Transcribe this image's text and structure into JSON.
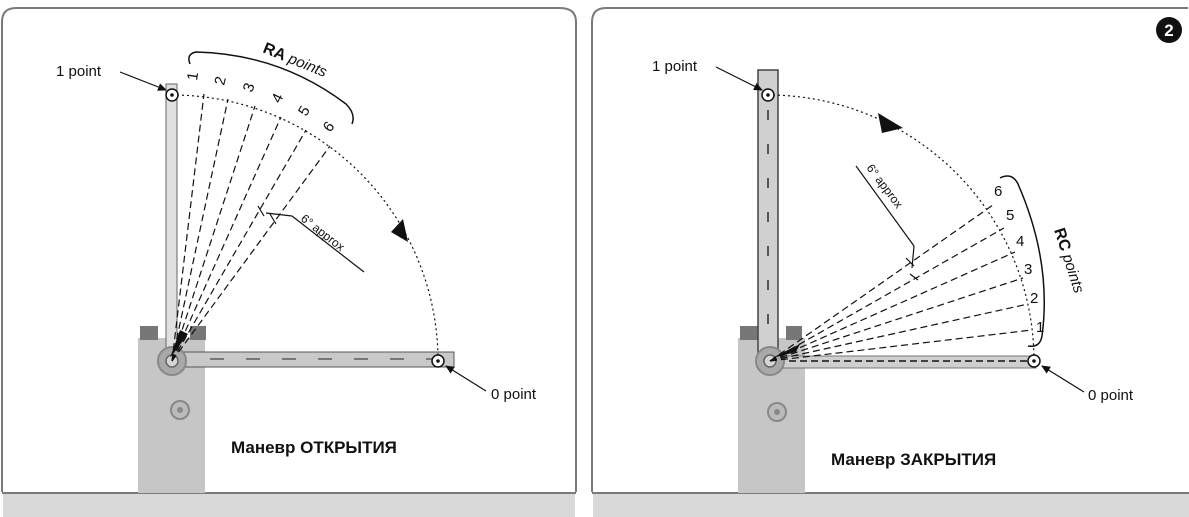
{
  "figure_number": "2",
  "left_panel": {
    "point_1_label": "1 point",
    "point_0_label": "0 point",
    "group_title_bold": "RA",
    "group_title_rest": " points",
    "numbers": [
      "1",
      "2",
      "3",
      "4",
      "5",
      "6"
    ],
    "approx_label": "6° approx",
    "caption": "Маневр ОТКРЫТИЯ"
  },
  "right_panel": {
    "point_1_label": "1 point",
    "point_0_label": "0 point",
    "group_title_bold": "RC",
    "group_title_rest": " points",
    "numbers": [
      "6",
      "5",
      "4",
      "3",
      "2",
      "1"
    ],
    "approx_label": "6° approx",
    "caption": "Маневр ЗАКРЫТИЯ"
  },
  "colors": {
    "panel_border": "#7a7a7a",
    "ground": "#d9d9d9",
    "post": "#c6c6c6",
    "boom": "#c9c9c9",
    "ink": "#111111"
  }
}
